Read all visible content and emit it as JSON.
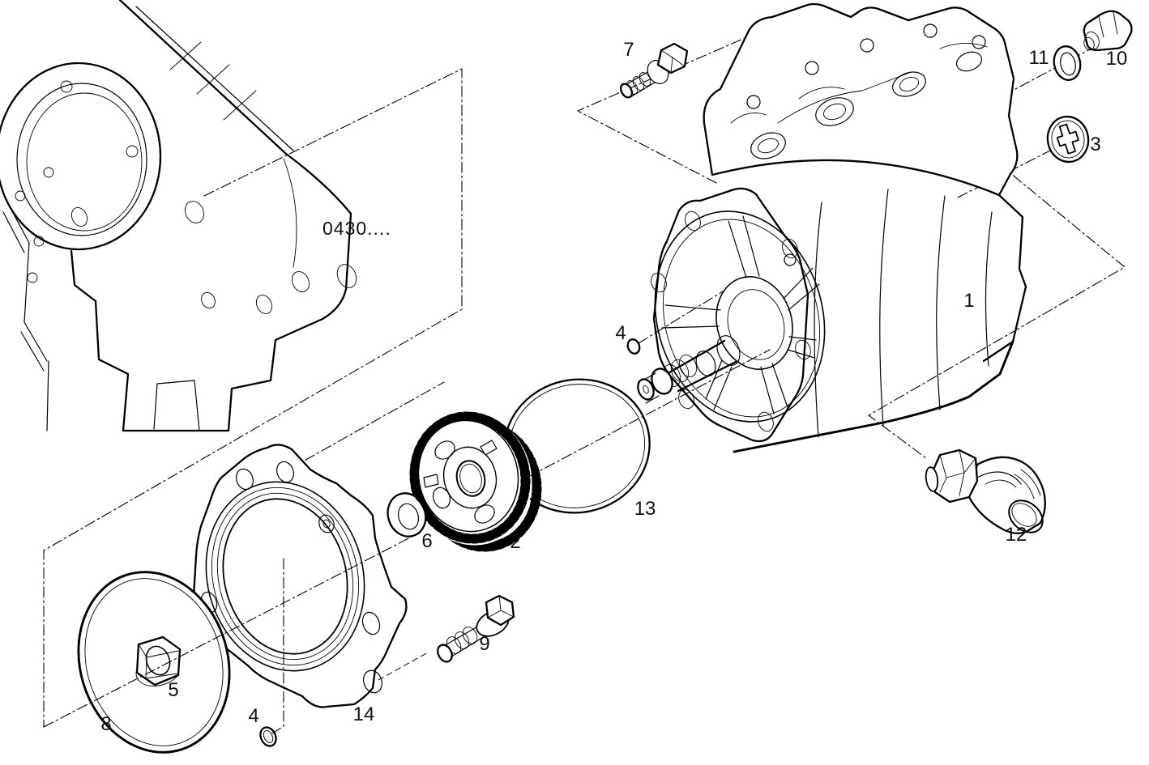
{
  "diagram": {
    "ref_code": "0430....",
    "callouts": [
      "7",
      "11",
      "10",
      "3",
      "1",
      "4",
      "12",
      "13",
      "2",
      "6",
      "9",
      "14",
      "5",
      "8",
      "4"
    ],
    "colors": {
      "line": "#000000",
      "background": "#ffffff",
      "label": "#111111"
    }
  }
}
